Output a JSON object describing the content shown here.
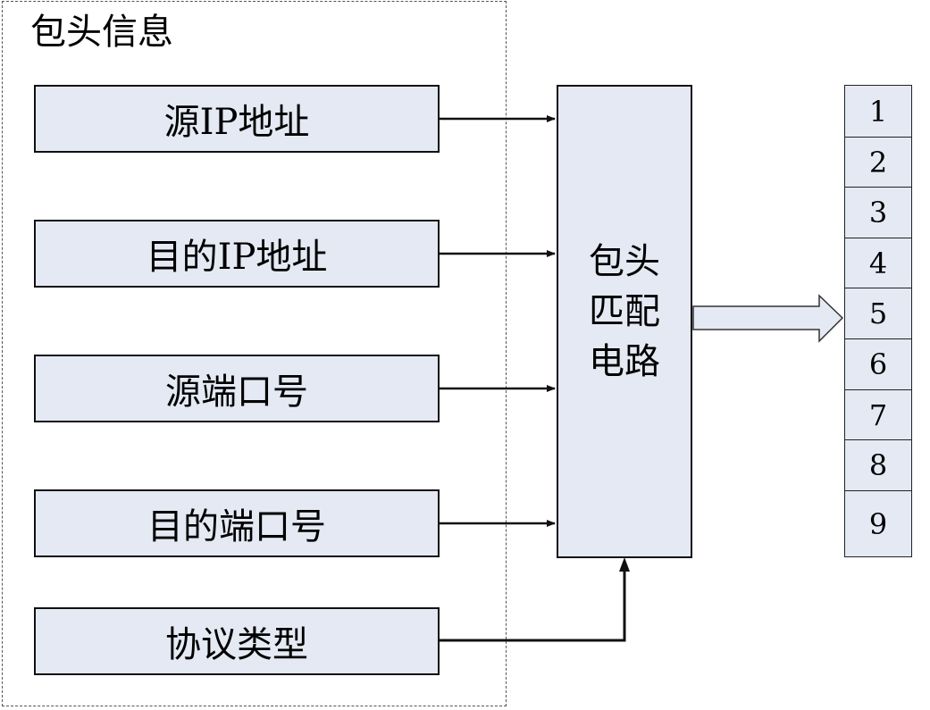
{
  "header_group": {
    "title": "包头信息",
    "fields": [
      {
        "id": "src-ip",
        "label": "源IP地址"
      },
      {
        "id": "dst-ip",
        "label": "目的IP地址"
      },
      {
        "id": "src-port",
        "label": "源端口号"
      },
      {
        "id": "dst-port",
        "label": "目的端口号"
      },
      {
        "id": "protocol",
        "label": "协议类型"
      }
    ]
  },
  "matcher": {
    "label": "包头\n匹配\n电路"
  },
  "slots": [
    "1",
    "2",
    "3",
    "4",
    "5",
    "6",
    "7",
    "8",
    "9"
  ],
  "colors": {
    "box_fill": "#e4e9f3",
    "line": "#111111"
  }
}
